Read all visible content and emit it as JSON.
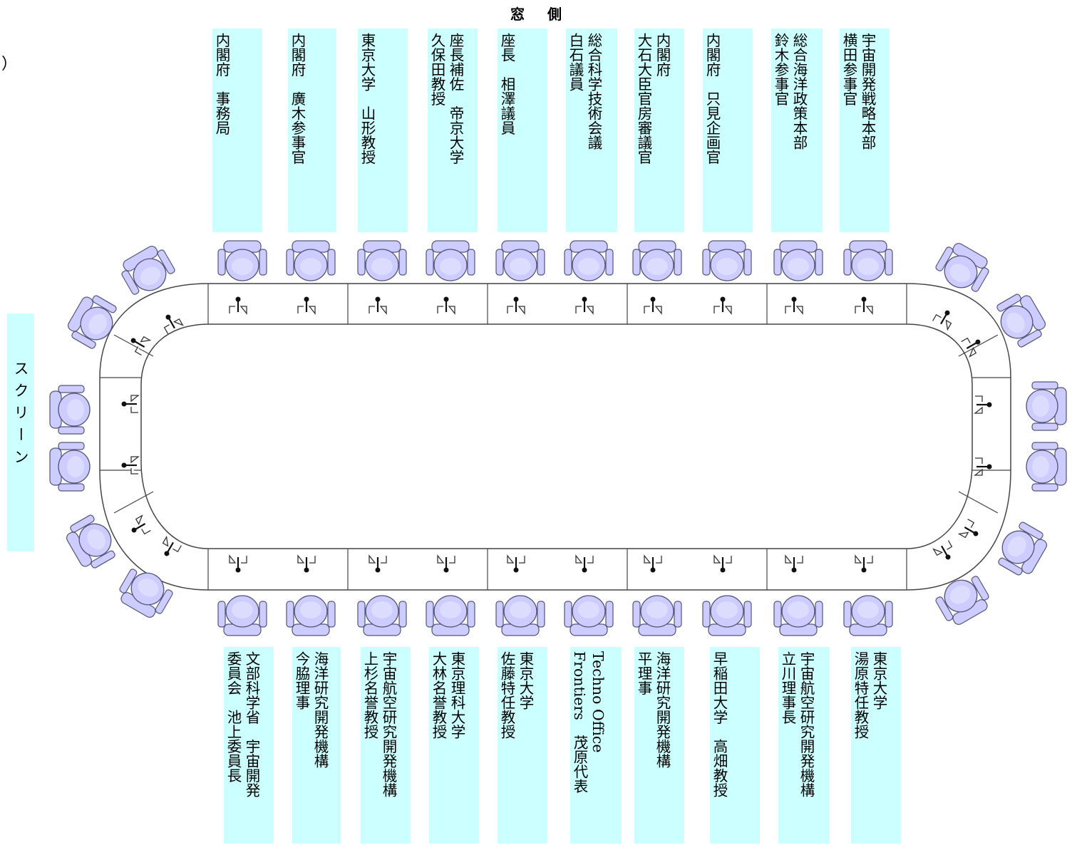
{
  "header": {
    "window_side": "窓　側",
    "paren": "）"
  },
  "screen_label": "スクリーン",
  "colors": {
    "panel": "#ccffff",
    "chair_fill": "#ccccff",
    "chair_stroke": "#555577",
    "table_stroke": "#444444"
  },
  "top_labels": [
    {
      "cols": [
        "内閣府　事務局"
      ]
    },
    {
      "cols": [
        "内閣府　廣木参事官"
      ]
    },
    {
      "cols": [
        "東京大学　山形教授"
      ]
    },
    {
      "cols": [
        "座長補佐　帝京大学",
        "久保田教授"
      ]
    },
    {
      "cols": [
        "座長　相澤議員"
      ]
    },
    {
      "cols": [
        "総合科学技術会議",
        "白石議員"
      ]
    },
    {
      "cols": [
        "内閣府",
        "大石大臣官房審議官"
      ]
    },
    {
      "cols": [
        "内閣府　只見企画官"
      ]
    },
    {
      "cols": [
        "総合海洋政策本部",
        "鈴木参事官"
      ]
    },
    {
      "cols": [
        "宇宙開発戦略本部",
        "横田参事官"
      ]
    }
  ],
  "bottom_labels": [
    {
      "cols": [
        "文部科学省　宇宙開発",
        "委員会　池上委員長"
      ]
    },
    {
      "cols": [
        "海洋研究開発機構",
        "今脇理事"
      ]
    },
    {
      "cols": [
        "宇宙航空研究開発機構",
        "上杉名誉教授"
      ]
    },
    {
      "cols": [
        "東京理科大学",
        "大林名誉教授"
      ]
    },
    {
      "cols": [
        "東京大学",
        "佐藤特任教授"
      ]
    },
    {
      "cols": [
        "Techno Office",
        "Frontiers　茂原代表"
      ]
    },
    {
      "cols": [
        "海洋研究開発機構",
        "平理事"
      ]
    },
    {
      "cols": [
        "早稲田大学　高畑教授"
      ]
    },
    {
      "cols": [
        "宇宙航空研究開発機構",
        "立川理事長"
      ]
    },
    {
      "cols": [
        "東京大学",
        "湯原特任教授"
      ]
    }
  ]
}
